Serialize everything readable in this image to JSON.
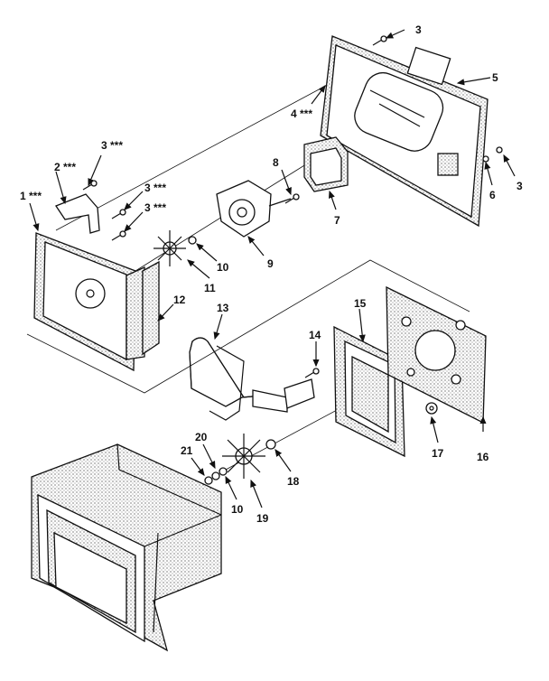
{
  "labels": {
    "l1": "1 ***",
    "l2": "2 ***",
    "l3a": "3 ***",
    "l3b": "3 ***",
    "l3c": "3 ***",
    "l3d": "3",
    "l3e": "3",
    "l4": "4 ***",
    "l5": "5",
    "l6": "6",
    "l7": "7",
    "l8": "8",
    "l9": "9",
    "l10a": "10",
    "l10b": "10",
    "l11": "11",
    "l12": "12",
    "l13": "13",
    "l14": "14",
    "l15": "15",
    "l16": "16",
    "l17": "17",
    "l18": "18",
    "l19": "19",
    "l20": "20",
    "l21": "21"
  }
}
